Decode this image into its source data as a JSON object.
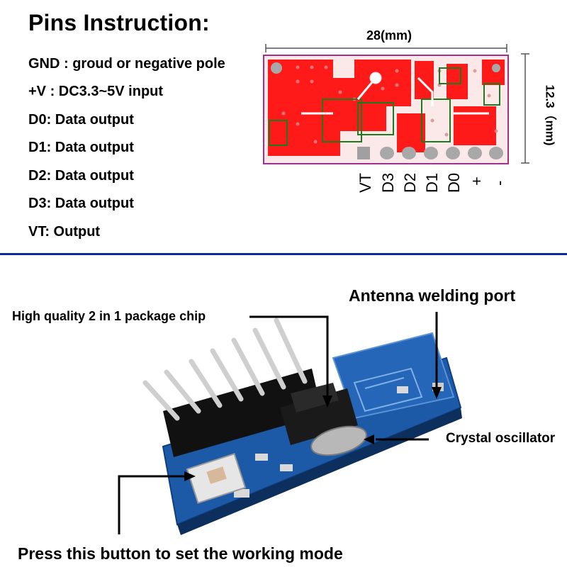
{
  "header": {
    "title": "Pins Instruction:"
  },
  "pins": [
    "GND : groud or negative pole",
    "+V : DC3.3~5V input",
    "D0: Data output",
    "D1: Data output",
    "D2: Data output",
    "D3: Data output",
    "VT: Output"
  ],
  "pcb_diagram": {
    "width_label": "28(mm)",
    "height_label": "12.3（mm)",
    "pin_labels": [
      "VT",
      "D3",
      "D2",
      "D1",
      "D0",
      "+",
      "-"
    ]
  },
  "photo_callouts": {
    "chip": "High quality 2 in 1 package chip",
    "antenna": "Antenna welding port",
    "crystal": "Crystal oscillator",
    "button": "Press this button to set the working mode"
  },
  "colors": {
    "divider": "#0b2a9e",
    "pcb_red": "#ff1a1a",
    "board_blue": "#1c5aa8"
  }
}
